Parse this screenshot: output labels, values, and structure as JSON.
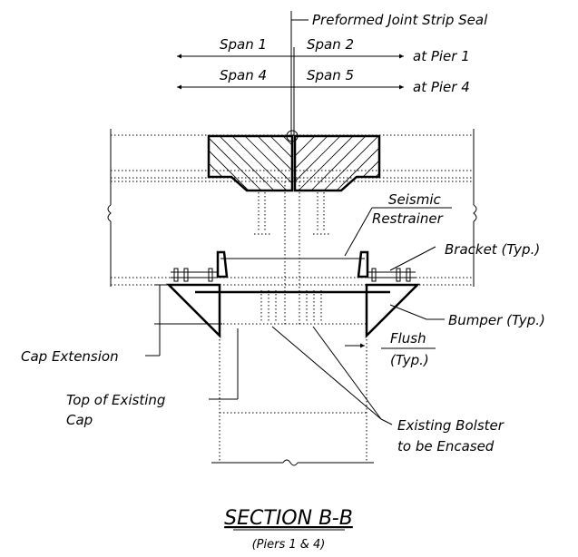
{
  "labels": {
    "preformed_joint_strip_seal": "Preformed Joint Strip Seal",
    "span_1": "Span 1",
    "span_2": "Span 2",
    "span_4": "Span 4",
    "span_5": "Span 5",
    "at_pier_1": "at Pier 1",
    "at_pier_4": "at Pier 4",
    "seismic": "Seismic",
    "restrainer": "Restrainer",
    "bracket_typ": "Bracket (Typ.)",
    "bumper_typ": "Bumper (Typ.)",
    "cap_extension": "Cap Extension",
    "flush": "Flush",
    "typ": "(Typ.)",
    "top_of_existing": "Top of Existing",
    "cap": "Cap",
    "existing_bolster": "Existing Bolster",
    "to_be_encased": "to be Encased"
  },
  "title": "SECTION B-B",
  "subtitle": "(Piers 1 & 4)"
}
